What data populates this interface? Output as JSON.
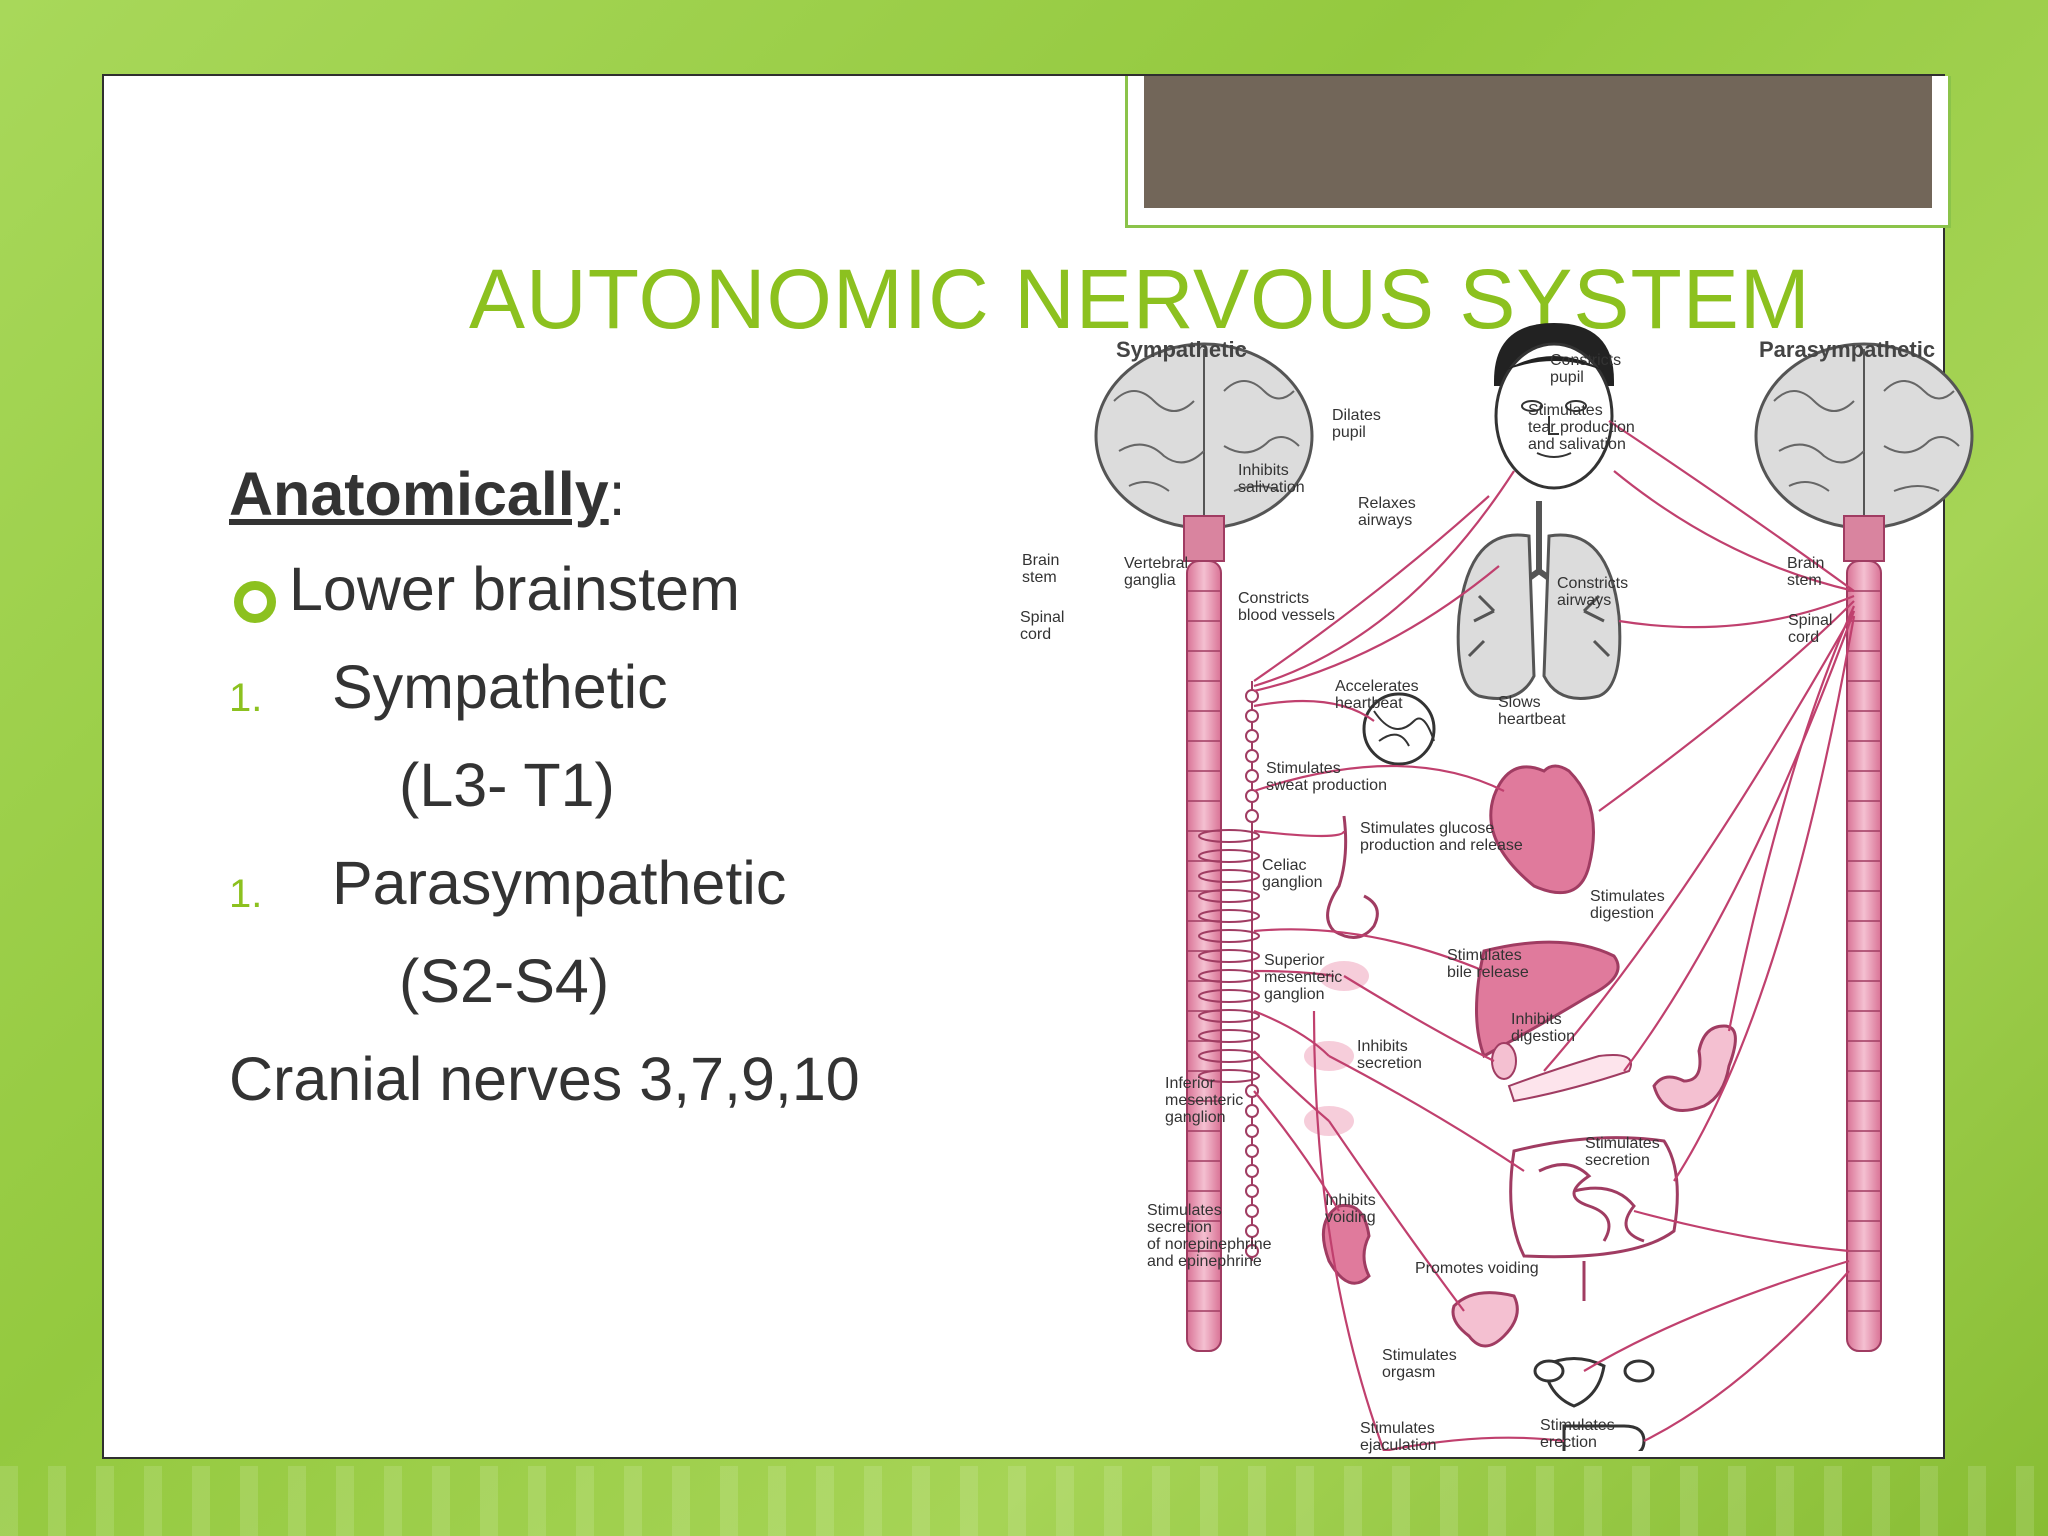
{
  "slide": {
    "title": "AUTONOMIC NERVOUS SYSTEM",
    "heading": "Anatomically",
    "heading_suffix": ":",
    "bullet": "Lower brainstem",
    "items": [
      {
        "number": "1.",
        "label": "Sympathetic",
        "detail": "(L3- T1)"
      },
      {
        "number": "1.",
        "label": "Parasympathetic",
        "detail": "(S2-S4)"
      }
    ],
    "footer_line": "Cranial nerves 3,7,9,10"
  },
  "diagram": {
    "sympathetic_title": "Sympathetic",
    "parasympathetic_title": "Parasympathetic",
    "labels": {
      "brain_stem_left": "Brain\nstem",
      "spinal_cord_left": "Spinal\ncord",
      "vertebral_ganglia": "Vertebral\nganglia",
      "brain_stem_right": "Brain\nstem",
      "spinal_cord_right": "Spinal\ncord",
      "dilates_pupil": "Dilates\npupil",
      "inhibits_salivation": "Inhibits\nsalivation",
      "relaxes_airways": "Relaxes\nairways",
      "constricts_blood_vessels": "Constricts\nblood vessels",
      "accelerates_heartbeat": "Accelerates\nheartbeat",
      "stimulates_sweat": "Stimulates\nsweat production",
      "celiac_ganglion": "Celiac\nganglion",
      "superior_mesenteric": "Superior\nmesenteric\nganglion",
      "inferior_mesenteric": "Inferior\nmesenteric\nganglion",
      "stimulates_norepinephrine": "Stimulates\nsecretion\nof norepinephrine\nand epinephrine",
      "constricts_pupil": "Constricts\npupil",
      "stimulates_tear": "Stimulates\ntear production\nand salivation",
      "constricts_airways": "Constricts\nairways",
      "slows_heartbeat": "Slows\nheartbeat",
      "stimulates_glucose": "Stimulates glucose\nproduction and release",
      "stimulates_digestion": "Stimulates\ndigestion",
      "stimulates_bile": "Stimulates\nbile release",
      "inhibits_digestion": "Inhibits\ndigestion",
      "inhibits_secretion": "Inhibits\nsecretion",
      "stimulates_secretion": "Stimulates\nsecretion",
      "inhibits_voiding": "Inhibits\nvoiding",
      "promotes_voiding": "Promotes voiding",
      "stimulates_orgasm": "Stimulates\norgasm",
      "stimulates_ejaculation": "Stimulates\nejaculation",
      "stimulates_erection": "Stimulates\nerection"
    }
  },
  "colors": {
    "accent_green": "#8cc11f",
    "nerve_pink": "#c0406e",
    "organ_pink": "#e07a9c",
    "tab_brown": "#726659"
  }
}
